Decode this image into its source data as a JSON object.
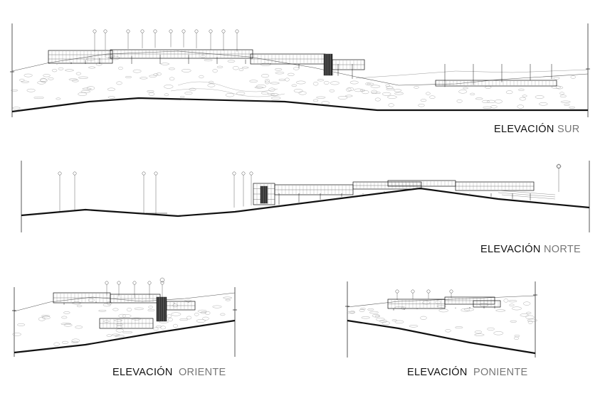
{
  "elevations": {
    "sur": {
      "main": "ELEVACIÓN",
      "sub": "SUR"
    },
    "norte": {
      "main": "ELEVACIÓN",
      "sub": "NORTE"
    },
    "oriente": {
      "main": "ELEVACIÓN",
      "sub": "ORIENTE"
    },
    "poniente": {
      "main": "ELEVACIÓN",
      "sub": "PONIENTE"
    }
  },
  "colors": {
    "ink": "#111111",
    "subtitle": "#777777",
    "hatch": "#9a9a9a"
  }
}
